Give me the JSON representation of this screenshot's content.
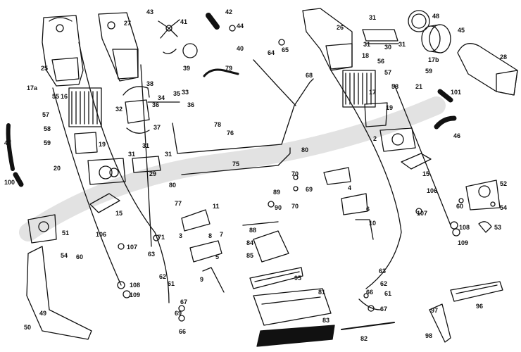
{
  "labels": [
    {
      "id": "l25",
      "text": "25"
    },
    {
      "id": "l27",
      "text": "27"
    },
    {
      "id": "l43",
      "text": "43"
    },
    {
      "id": "l41",
      "text": "41"
    },
    {
      "id": "l42",
      "text": "42"
    },
    {
      "id": "l44",
      "text": "44"
    },
    {
      "id": "l40",
      "text": "40"
    },
    {
      "id": "l39",
      "text": "39"
    },
    {
      "id": "l79",
      "text": "79"
    },
    {
      "id": "l26",
      "text": "26"
    },
    {
      "id": "l64",
      "text": "64"
    },
    {
      "id": "l65",
      "text": "65"
    },
    {
      "id": "l31a",
      "text": "31"
    },
    {
      "id": "l30",
      "text": "30"
    },
    {
      "id": "l31b",
      "text": "31"
    },
    {
      "id": "l31c",
      "text": "31"
    },
    {
      "id": "l48",
      "text": "48"
    },
    {
      "id": "l45",
      "text": "45"
    },
    {
      "id": "l28",
      "text": "28"
    },
    {
      "id": "l18",
      "text": "18"
    },
    {
      "id": "l56",
      "text": "56"
    },
    {
      "id": "l57a",
      "text": "57"
    },
    {
      "id": "l17b",
      "text": "17b"
    },
    {
      "id": "l59a",
      "text": "59"
    },
    {
      "id": "l17a",
      "text": "17a"
    },
    {
      "id": "l55",
      "text": "55"
    },
    {
      "id": "l16",
      "text": "16"
    },
    {
      "id": "l57b",
      "text": "57"
    },
    {
      "id": "l58a",
      "text": "58"
    },
    {
      "id": "l47",
      "text": "47"
    },
    {
      "id": "l59b",
      "text": "59"
    },
    {
      "id": "l20",
      "text": "20"
    },
    {
      "id": "l100",
      "text": "100"
    },
    {
      "id": "l38",
      "text": "38"
    },
    {
      "id": "l34",
      "text": "34"
    },
    {
      "id": "l35",
      "text": "35"
    },
    {
      "id": "l33",
      "text": "33"
    },
    {
      "id": "l36a",
      "text": "36"
    },
    {
      "id": "l36b",
      "text": "36"
    },
    {
      "id": "l32",
      "text": "32"
    },
    {
      "id": "l78",
      "text": "78"
    },
    {
      "id": "l37",
      "text": "37"
    },
    {
      "id": "l76",
      "text": "76"
    },
    {
      "id": "l68",
      "text": "68"
    },
    {
      "id": "l17",
      "text": "17"
    },
    {
      "id": "l58b",
      "text": "58"
    },
    {
      "id": "l21",
      "text": "21"
    },
    {
      "id": "l101",
      "text": "101"
    },
    {
      "id": "l19a",
      "text": "19"
    },
    {
      "id": "l2",
      "text": "2"
    },
    {
      "id": "l46",
      "text": "46"
    },
    {
      "id": "l19b",
      "text": "19"
    },
    {
      "id": "l31d",
      "text": "31"
    },
    {
      "id": "l31e",
      "text": "31"
    },
    {
      "id": "l29",
      "text": "29"
    },
    {
      "id": "l31f",
      "text": "31"
    },
    {
      "id": "l80a",
      "text": "80"
    },
    {
      "id": "l80b",
      "text": "80"
    },
    {
      "id": "l75",
      "text": "75"
    },
    {
      "id": "l15a",
      "text": "15"
    },
    {
      "id": "l70a",
      "text": "70"
    },
    {
      "id": "l69",
      "text": "69"
    },
    {
      "id": "l70b",
      "text": "70"
    },
    {
      "id": "l4",
      "text": "4"
    },
    {
      "id": "l89",
      "text": "89"
    },
    {
      "id": "l90",
      "text": "90"
    },
    {
      "id": "l6",
      "text": "6"
    },
    {
      "id": "l77",
      "text": "77"
    },
    {
      "id": "l11",
      "text": "11"
    },
    {
      "id": "l15b",
      "text": "15"
    },
    {
      "id": "l106a",
      "text": "106"
    },
    {
      "id": "l52",
      "text": "52"
    },
    {
      "id": "l60a",
      "text": "60"
    },
    {
      "id": "l54a",
      "text": "54"
    },
    {
      "id": "l51",
      "text": "51"
    },
    {
      "id": "l54b",
      "text": "54"
    },
    {
      "id": "l106b",
      "text": "106"
    },
    {
      "id": "l71",
      "text": "71"
    },
    {
      "id": "l3",
      "text": "3"
    },
    {
      "id": "l8",
      "text": "8"
    },
    {
      "id": "l7",
      "text": "7"
    },
    {
      "id": "l88",
      "text": "88"
    },
    {
      "id": "l10",
      "text": "10"
    },
    {
      "id": "l107a",
      "text": "107"
    },
    {
      "id": "l53",
      "text": "53"
    },
    {
      "id": "l60b",
      "text": "60"
    },
    {
      "id": "l107b",
      "text": "107"
    },
    {
      "id": "l84",
      "text": "84"
    },
    {
      "id": "l108a",
      "text": "108"
    },
    {
      "id": "l109a",
      "text": "109"
    },
    {
      "id": "l5",
      "text": "5"
    },
    {
      "id": "l85",
      "text": "85"
    },
    {
      "id": "l63a",
      "text": "63"
    },
    {
      "id": "l62a",
      "text": "62"
    },
    {
      "id": "l9",
      "text": "9"
    },
    {
      "id": "l95",
      "text": "95"
    },
    {
      "id": "l63b",
      "text": "63"
    },
    {
      "id": "l108b",
      "text": "108"
    },
    {
      "id": "l109b",
      "text": "109"
    },
    {
      "id": "l61a",
      "text": "61"
    },
    {
      "id": "l62b",
      "text": "62"
    },
    {
      "id": "l61b",
      "text": "61"
    },
    {
      "id": "l66a",
      "text": "66"
    },
    {
      "id": "l67a",
      "text": "67"
    },
    {
      "id": "l81",
      "text": "81"
    },
    {
      "id": "l49",
      "text": "49"
    },
    {
      "id": "l67b",
      "text": "67"
    },
    {
      "id": "l69b",
      "text": "69"
    },
    {
      "id": "l66b",
      "text": "66"
    },
    {
      "id": "l96",
      "text": "96"
    },
    {
      "id": "l50",
      "text": "50"
    },
    {
      "id": "l83",
      "text": "83"
    },
    {
      "id": "l82",
      "text": "82"
    },
    {
      "id": "l98",
      "text": "98"
    },
    {
      "id": "l97",
      "text": "97"
    }
  ],
  "colors": {
    "ink": "#111111",
    "watermark": "#e4e4e4",
    "paper": "#ffffff"
  }
}
